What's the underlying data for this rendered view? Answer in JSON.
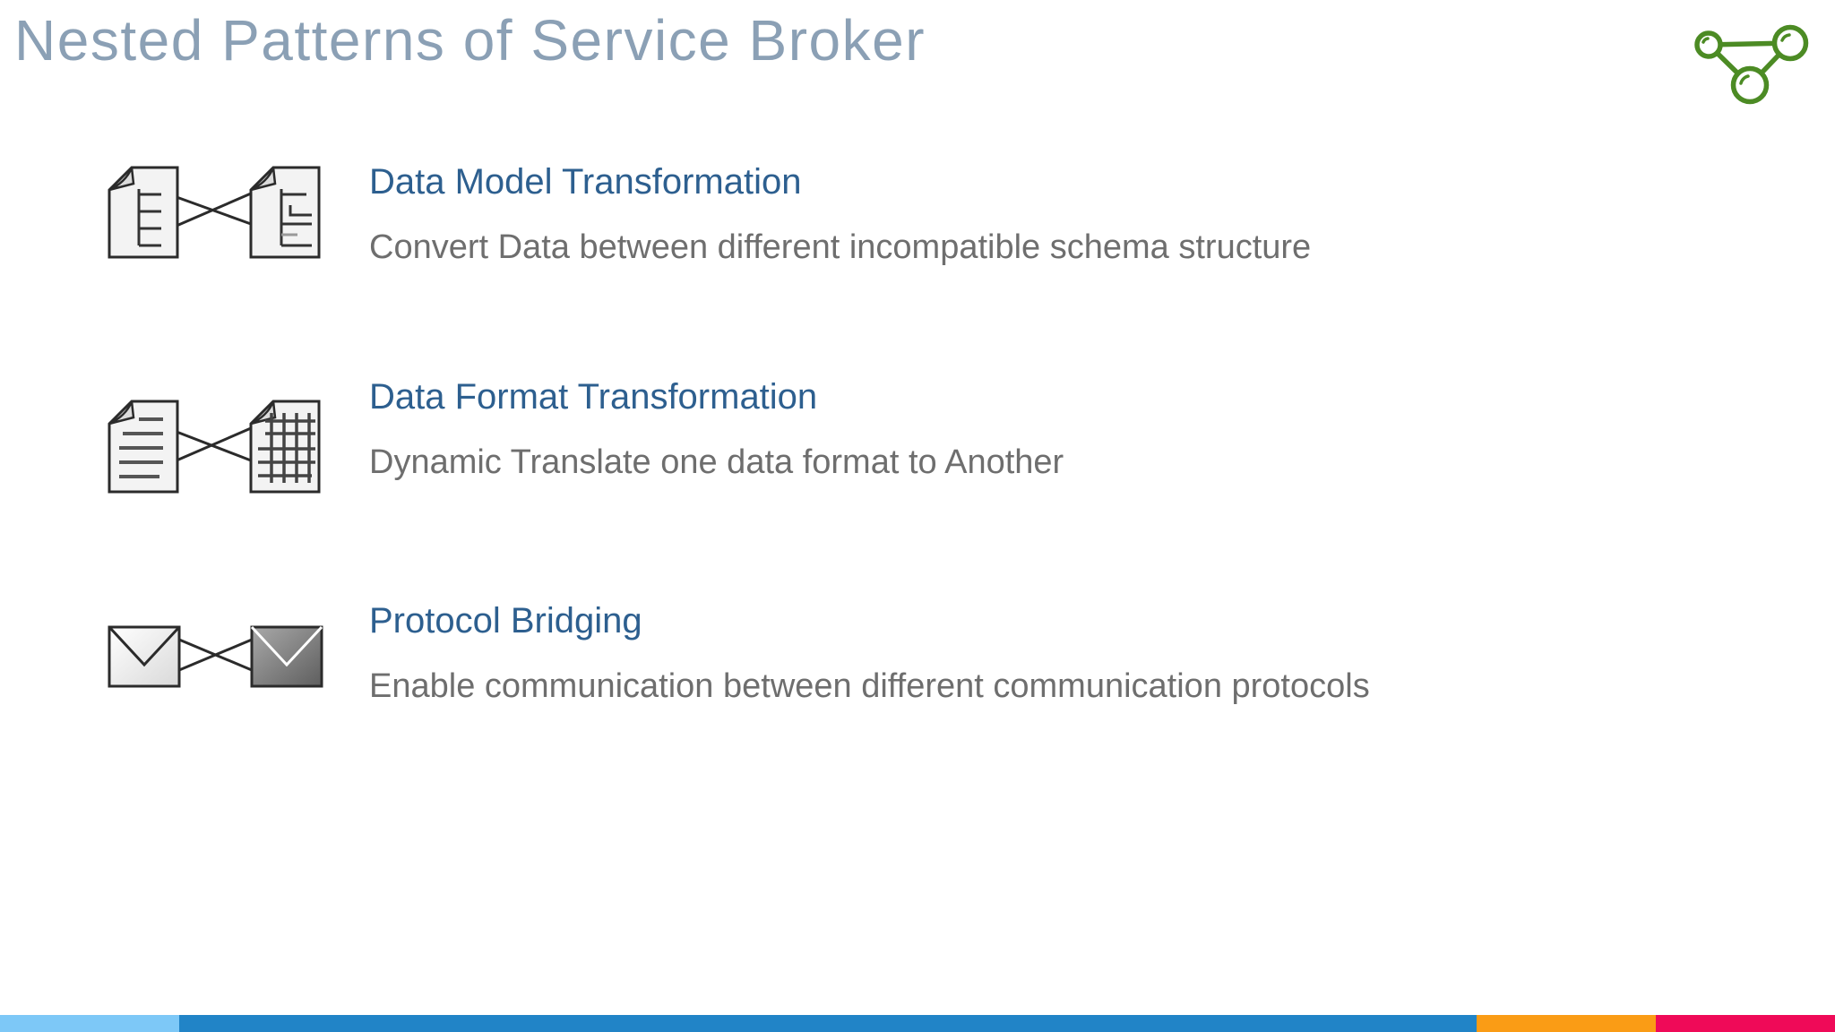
{
  "slide": {
    "title": "Nested Patterns of Service Broker",
    "logo": {
      "name": "network-nodes-icon",
      "color": "#4c8b24"
    },
    "items": [
      {
        "title": "Data Model Transformation",
        "description": "Convert Data between different incompatible schema structure",
        "icon": "schema-mapping-documents-icon"
      },
      {
        "title": "Data Format Transformation",
        "description": "Dynamic Translate one data format to Another",
        "icon": "text-to-table-documents-icon"
      },
      {
        "title": "Protocol Bridging",
        "description": "Enable communication between different communication protocols",
        "icon": "envelopes-bridge-icon"
      }
    ],
    "colors": {
      "slide_title": "#8ba0b5",
      "item_title": "#2d5f8f",
      "item_description": "#6e6e6e",
      "logo_green": "#4c8b24",
      "icon_outline": "#2b2b2b"
    },
    "footer_bar": {
      "segments": [
        {
          "name": "light-blue",
          "color": "#7dc8f7",
          "style": "background:#7dc8f7;width:9.766%"
        },
        {
          "name": "blue",
          "color": "#2184c7",
          "style": "background:#2184c7;width:70.702%"
        },
        {
          "name": "orange",
          "color": "#fa9c15",
          "style": "background:#fa9c15;width:9.766%"
        },
        {
          "name": "pink",
          "color": "#ef0a58",
          "style": "background:#ef0a58;width:9.766%"
        }
      ]
    }
  }
}
